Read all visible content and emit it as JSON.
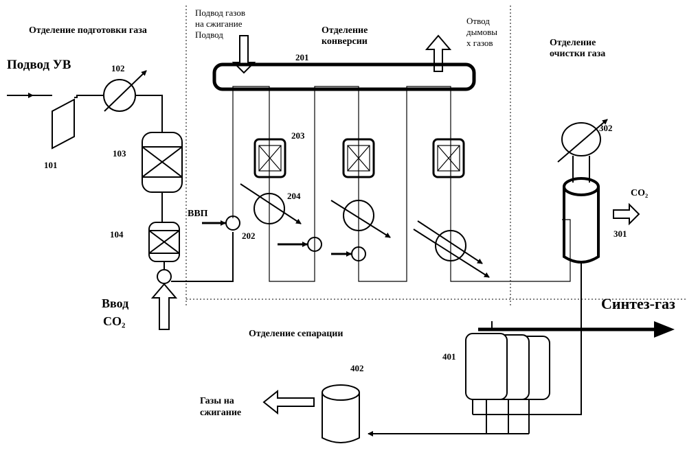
{
  "sections": {
    "gas_preparation": "Отделение подготовки газа",
    "conversion": [
      "Отделение",
      "конверсии"
    ],
    "gas_cleaning": [
      "Отделение",
      "очистки газа"
    ],
    "separation": "Отделение сепарации"
  },
  "streams": {
    "hydrocarbon_inlet": "Подвод УВ",
    "gas_to_burning_inlet": [
      "Подвод газов",
      "на сжигание",
      "Подвод"
    ],
    "flue_gas_outlet": [
      "Отвод",
      "дымовы",
      "х газов"
    ],
    "steam_air_mixture": "ВВП",
    "co2_inlet": [
      "Ввод",
      "CO₂"
    ],
    "co2_outlet": "CO₂",
    "syngas_outlet": "Синтез-газ",
    "gases_to_burning": [
      "Газы на",
      "сжигание"
    ]
  },
  "equipment": {
    "compressor": "101",
    "heater_102": "102",
    "reactor_103": "103",
    "reactor_104": "104",
    "furnace": "201",
    "mixer": "202",
    "catalyst_tube": "203",
    "heat_exchanger_204": "204",
    "cleaning_column": "301",
    "cooler_302": "302",
    "separators": "401",
    "separator_402": "402"
  }
}
